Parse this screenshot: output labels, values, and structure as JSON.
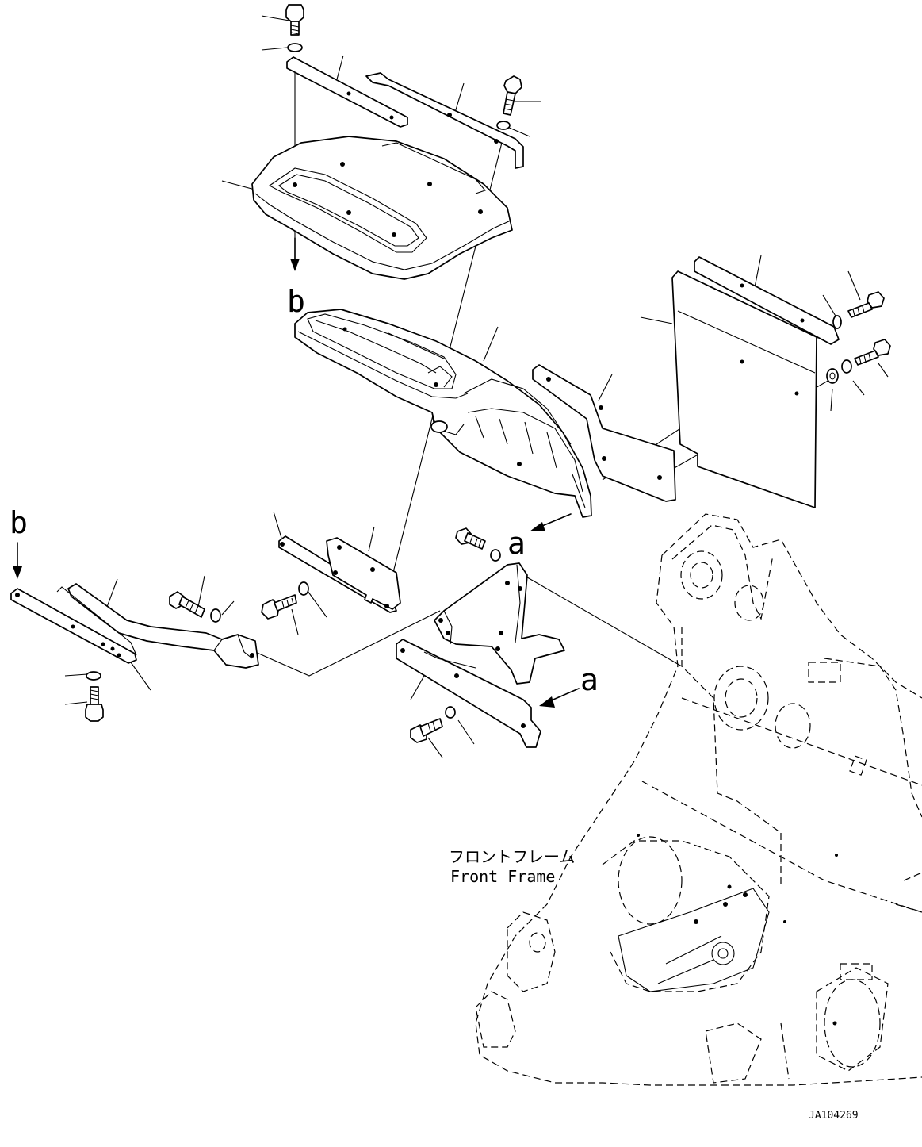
{
  "callouts": {
    "a_upper": "a",
    "a_lower": "a",
    "b_upper": "b",
    "b_lower": "b"
  },
  "frame_label": {
    "japanese": "フロントフレーム",
    "english": "Front Frame"
  },
  "drawing_id": "JA104269"
}
